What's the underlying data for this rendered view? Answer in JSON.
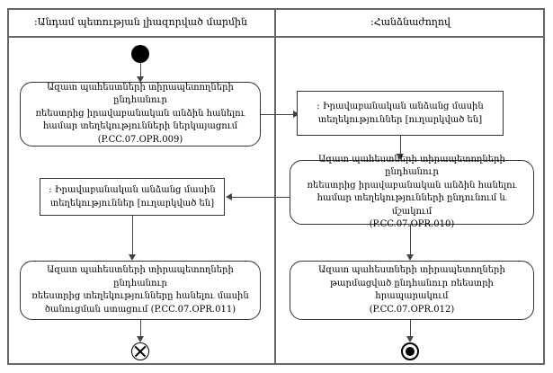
{
  "diagram": {
    "type": "uml-activity-diagram",
    "lanes": [
      {
        "id": "member-state",
        "title": ":Անդամ պետության լիազորված մարմին"
      },
      {
        "id": "commission",
        "title": ":Հանձնաժողով"
      }
    ],
    "nodes": {
      "start": {
        "kind": "initial-node",
        "lane": "member-state"
      },
      "a009": {
        "kind": "activity",
        "lane": "member-state",
        "line1": "Ազատ պահեստների տիրապետողների ընդհանուր",
        "line2": "ռեեստրից իրավաբանական անձին հանելու",
        "line3": "համար տեղեկությունների ներկայացում",
        "code": "(P.CC.07.OPR.009)"
      },
      "obj_right": {
        "kind": "object-node",
        "lane": "commission",
        "line1": ": Իրավաբանական անձանց մասին",
        "line2": "տեղեկություններ [ուղարկված են]"
      },
      "a010": {
        "kind": "activity",
        "lane": "commission",
        "line1": "Ազատ պահեստների տիրապետողների ընդհանուր",
        "line2": "ռեեստրից իրավաբանական անձին հանելու",
        "line3": "համար տեղեկությունների ընդունում և մշակում",
        "code": "(P.CC.07.OPR.010)"
      },
      "obj_left": {
        "kind": "object-node",
        "lane": "member-state",
        "line1": ": Իրավաբանական անձանց մասին",
        "line2": "տեղեկություններ [ուղարկված են]"
      },
      "a011": {
        "kind": "activity",
        "lane": "member-state",
        "line1": "Ազատ պահեստների տիրապետողների ընդհանուր",
        "line2": "ռեեստրից տեղեկությունները հանելու մասին",
        "line3": "ծանուցման ստացում (P.CC.07.OPR.011)"
      },
      "a012": {
        "kind": "activity",
        "lane": "commission",
        "line1": "Ազատ պահեստների տիրապետողների",
        "line2": "թարմացված ընդհանուր ռեեստրի հրապարակում",
        "code": "(P.CC.07.OPR.012)"
      },
      "flow_final": {
        "kind": "flow-final-node",
        "lane": "member-state"
      },
      "activity_final": {
        "kind": "activity-final-node",
        "lane": "commission"
      }
    },
    "colors": {
      "frame": "#666666",
      "node_border": "#333333",
      "edge": "#444444",
      "background": "#ffffff",
      "text": "#000000"
    }
  }
}
